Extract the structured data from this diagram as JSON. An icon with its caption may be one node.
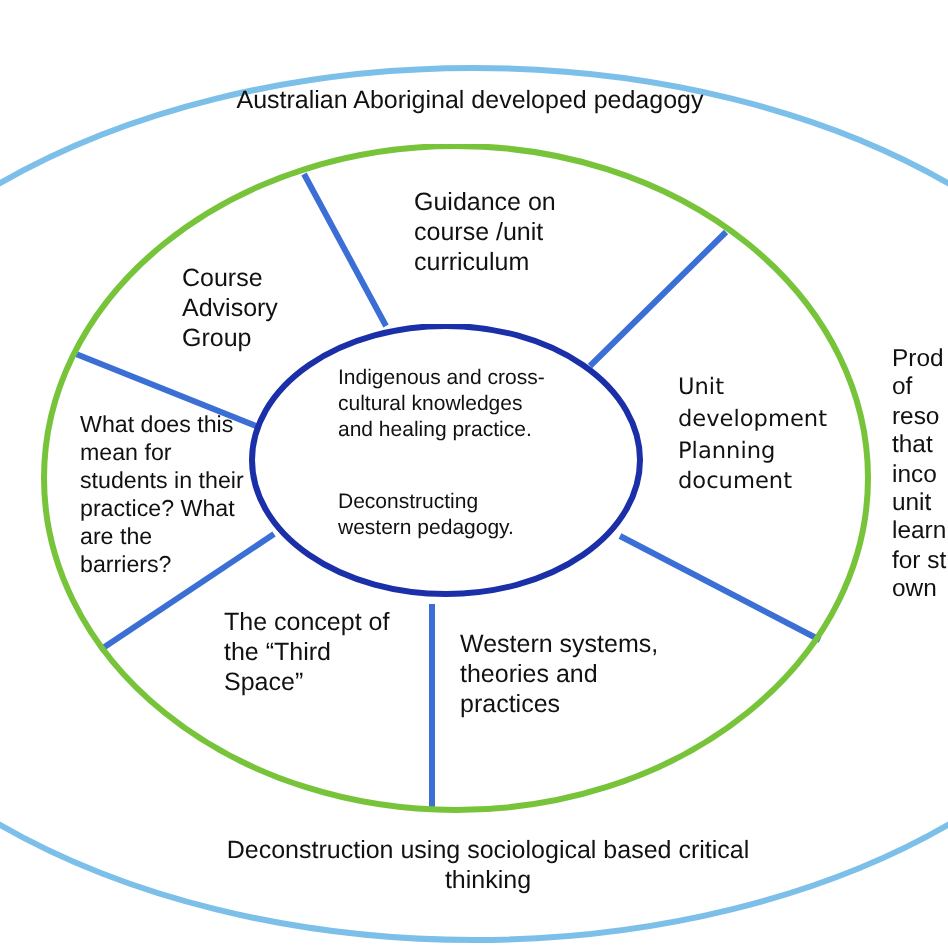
{
  "diagram": {
    "nodes": [
      {
        "text": [
          "Australian Aboriginal developed pedagogy",
          "Prod of reso that inco unit learn for st own",
          "Deconstruction using sociological based critical thinking"
        ]
      },
      {
        "text": [
          "Guidance on course /unit curriculum",
          "Course Advisory Group",
          "Unit development Planning document",
          "What does this mean for students in their practice? What are the barriers?",
          "The concept of the “Third Space”",
          "Western systems, theories and practices"
        ],
        "in": 0
      },
      {
        "text": [
          "Indigenous and cross-cultural knowledges and healing practice.",
          "Deconstructing western pedagogy."
        ],
        "in": 1
      }
    ]
  }
}
